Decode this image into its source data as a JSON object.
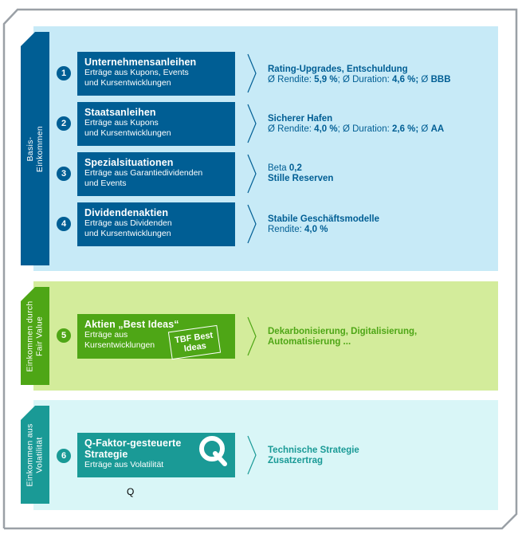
{
  "colors": {
    "blue": "#005e94",
    "blue_bg": "#c7eaf7",
    "green": "#4ea616",
    "green_bg": "#d3ec9b",
    "teal": "#1a9a96",
    "teal_bg": "#d9f6f7",
    "frame": "#9aa0a6"
  },
  "sections": [
    {
      "side_label": [
        "Basis-",
        "Einkommen"
      ],
      "items": [
        {
          "number": "1",
          "title": "Unternehmensanleihen",
          "subtitle": [
            "Erträge aus Kupons, Events",
            "und Kursentwicklungen"
          ],
          "desc_title": "Rating-Upgrades, Entschuldung",
          "desc_line": {
            "p1": "Ø Rendite: ",
            "v1": "5,9 %",
            "p2": "; Ø Duration: ",
            "v2": "4,6 %;",
            "p3": " Ø ",
            "v3": "BBB"
          }
        },
        {
          "number": "2",
          "title": "Staatsanleihen",
          "subtitle": [
            "Erträge aus Kupons",
            "und Kursentwicklungen"
          ],
          "desc_title": "Sicherer Hafen",
          "desc_line": {
            "p1": "Ø Rendite: ",
            "v1": "4,0 %",
            "p2": "; Ø Duration: ",
            "v2": "2,6 %;",
            "p3": " Ø ",
            "v3": "AA"
          }
        },
        {
          "number": "3",
          "title": "Spezialsituationen",
          "subtitle": [
            "Erträge aus Garantiedividenden",
            "und Events"
          ],
          "desc_pre": "Beta ",
          "desc_pre_value": "0,2",
          "desc_title": "Stille Reserven"
        },
        {
          "number": "4",
          "title": "Dividendenaktien",
          "subtitle": [
            "Erträge aus Dividenden",
            "und Kursentwicklungen"
          ],
          "desc_title": "Stabile Geschäftsmodelle",
          "desc_line": {
            "p1": "Rendite: ",
            "v1": "4,0 %"
          }
        }
      ]
    },
    {
      "side_label": [
        "Einkommen durch",
        "Fair Value"
      ],
      "items": [
        {
          "number": "5",
          "title": "Aktien „Best Ideas“",
          "subtitle": [
            "Erträge aus",
            "Kursentwicklungen"
          ],
          "stamp": [
            "TBF Best",
            "Ideas"
          ],
          "desc_lines": [
            "Dekarbonisierung, Digitalisierung,",
            "Automatisierung ..."
          ]
        }
      ]
    },
    {
      "side_label": [
        "Einkommen aus",
        "Volatilität"
      ],
      "items": [
        {
          "number": "6",
          "title_lines": [
            "Q-Faktor-gesteuerte",
            "Strategie"
          ],
          "subtitle": [
            "Erträge aus Volatilität"
          ],
          "logo_icon": "q-letter-icon",
          "caption": "Q",
          "desc_lines": [
            "Technische Strategie",
            "Zusatzertrag"
          ]
        }
      ]
    }
  ]
}
